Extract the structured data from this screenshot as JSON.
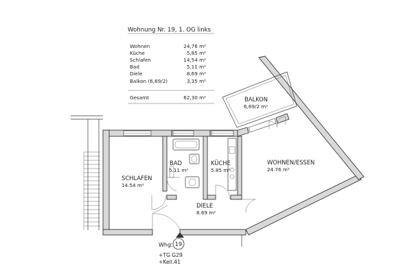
{
  "title": "Wohnung Nr. 19, 1. OG links",
  "areas": [
    {
      "label": "Wohnen",
      "value": "24,76 m²"
    },
    {
      "label": "Küche",
      "value": "5,85 m²"
    },
    {
      "label": "Schlafen",
      "value": "14,54 m²"
    },
    {
      "label": "Bad",
      "value": "5,11 m²"
    },
    {
      "label": "Diele",
      "value": "8,69 m²"
    },
    {
      "label": "Balkon  (6,69/2)",
      "value": "3,35 m²"
    }
  ],
  "total": {
    "label": "Gesamt",
    "value": "62,30 m²"
  },
  "rooms": {
    "balkon": {
      "name": "BALKON",
      "area": "6,69/2 m²"
    },
    "wohnen": {
      "name": "WOHNEN/ESSEN",
      "area": "24.76 m²"
    },
    "schlafen": {
      "name": "SCHLAFEN",
      "area": "14.54 m²"
    },
    "bad": {
      "name": "BAD",
      "area": "5.11 m²"
    },
    "kueche": {
      "name": "KÜCHE",
      "area": "5.85 m²"
    },
    "diele": {
      "name": "DIELE",
      "area": "8.69 m²"
    }
  },
  "unit_tag": {
    "prefix": "Whg.",
    "number": "19"
  },
  "notes": [
    "+TG G29",
    "+Kell.41"
  ]
}
